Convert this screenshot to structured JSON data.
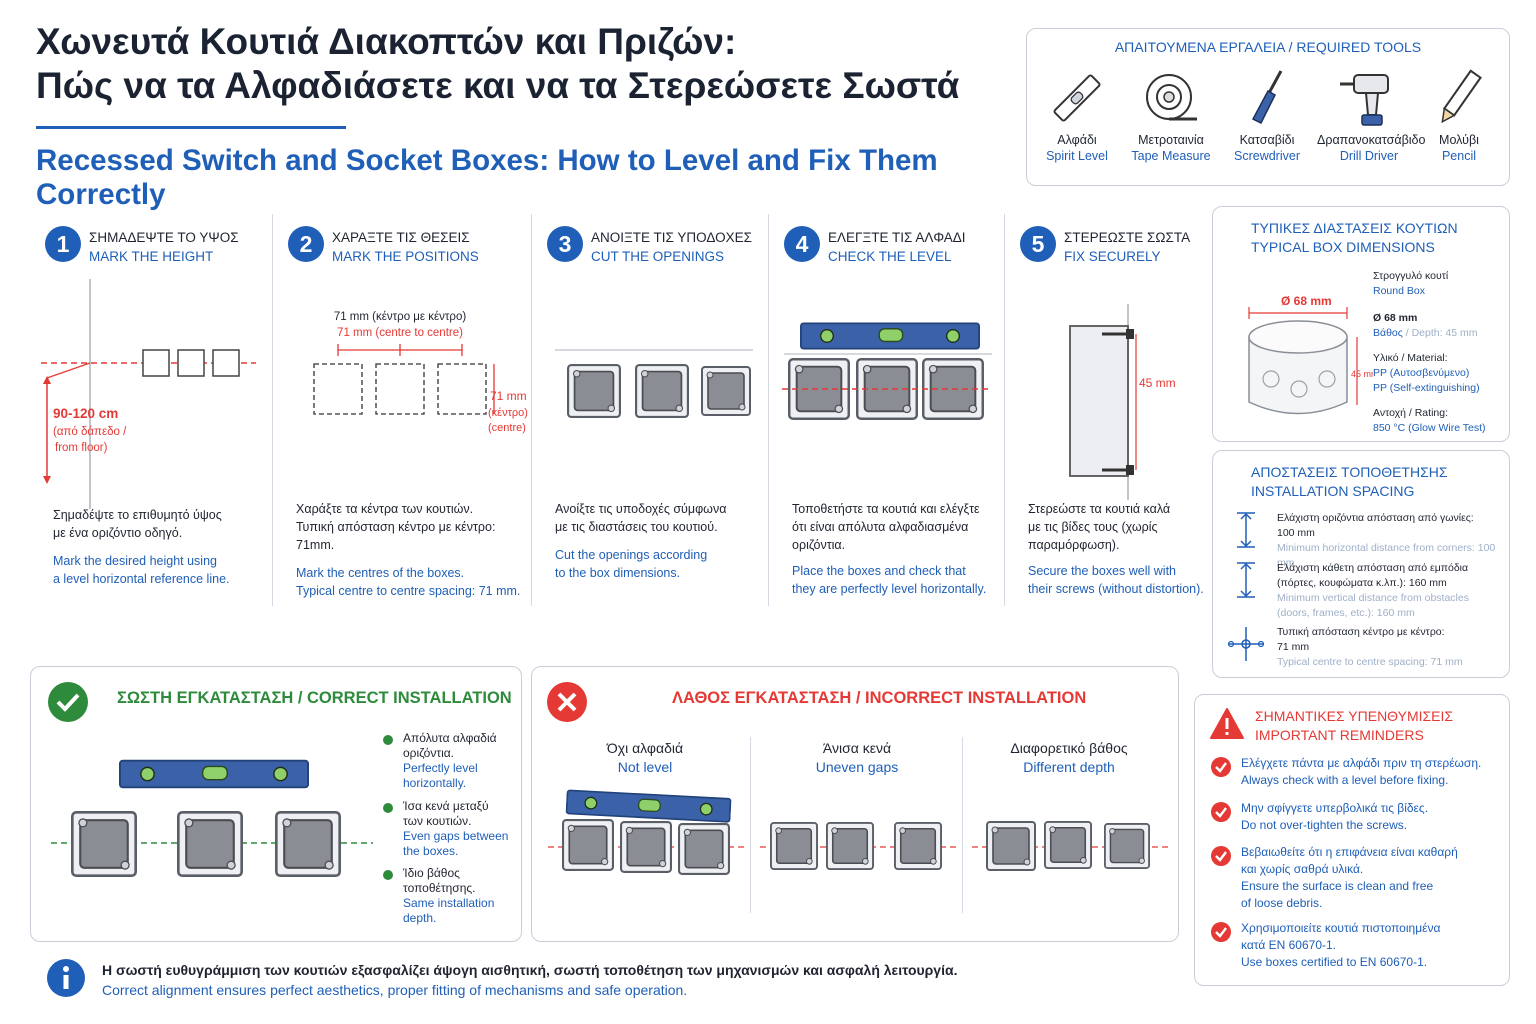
{
  "header": {
    "title_line1": "Χωνευτά Κουτιά Διακοπτών και Πριζών:",
    "title_line2": "Πώς να τα Αλφαδιάσετε και να τα Στερεώσετε Σωστά",
    "subtitle": "Recessed Switch and Socket Boxes: How to Level and Fix Them Correctly"
  },
  "tools": {
    "heading": "ΑΠΑΙΤΟΥΜΕΝΑ ΕΡΓΑΛΕΙΑ / REQUIRED TOOLS",
    "items": [
      {
        "el": "Αλφάδι",
        "en": "Spirit Level",
        "icon": "spirit-level-icon"
      },
      {
        "el": "Μετροταινία",
        "en": "Tape Measure",
        "icon": "tape-measure-icon"
      },
      {
        "el": "Κατσαβίδι",
        "en": "Screwdriver",
        "icon": "screwdriver-icon"
      },
      {
        "el": "Δραπανοκατσάβιδο",
        "en": "Drill Driver",
        "icon": "drill-driver-icon"
      },
      {
        "el": "Μολύβι",
        "en": "Pencil",
        "icon": "pencil-icon"
      }
    ]
  },
  "steps": [
    {
      "num": "1",
      "title_el": "ΣΗΜΑΔΕΨΤΕ ΤΟ ΥΨΟΣ",
      "title_en": "MARK THE HEIGHT",
      "text_el": [
        "Σημαδέψτε το επιθυμητό ύψος",
        "με ένα οριζόντιο οδηγό."
      ],
      "text_en": [
        "Mark the desired height using",
        "a level horizontal reference line."
      ],
      "label": {
        "main": "90-120 cm",
        "el": "(από δάπεδο /",
        "en": "from floor)"
      }
    },
    {
      "num": "2",
      "title_el": "ΧΑΡΑΞΤΕ ΤΙΣ ΘΕΣΕΙΣ",
      "title_en": "MARK THE POSITIONS",
      "text_el": [
        "Χαράξτε τα κέντρα των κουτιών.",
        "Τυπική απόσταση κέντρο με κέντρο: 71mm."
      ],
      "text_en": [
        "Mark the centres of the boxes.",
        "Typical centre to centre spacing: 71 mm."
      ],
      "label": {
        "top_el": "71 mm (κέντρο με κέντρο)",
        "top_en": "71 mm (centre to centre)",
        "side1": "71 mm",
        "side2": "(κέντρο)",
        "side3": "(centre)"
      }
    },
    {
      "num": "3",
      "title_el": "ΑΝΟΙΞΤΕ ΤΙΣ ΥΠΟΔΟΧΕΣ",
      "title_en": "CUT THE OPENINGS",
      "text_el": [
        "Ανοίξτε τις υποδοχές σύμφωνα",
        "με τις διαστάσεις του κουτιού."
      ],
      "text_en": [
        "Cut the openings according",
        "to the box dimensions."
      ]
    },
    {
      "num": "4",
      "title_el": "ΕΛΕΓΞΤΕ ΤΙΣ ΑΛΦΑΔΙ",
      "title_en": "CHECK THE LEVEL",
      "text_el": [
        "Τοποθετήστε τα κουτιά και ελέγξτε",
        "ότι είναι απόλυτα αλφαδιασμένα",
        "οριζόντια."
      ],
      "text_en": [
        "Place the boxes and check that",
        "they are perfectly level horizontally."
      ]
    },
    {
      "num": "5",
      "title_el": "ΣΤΕΡΕΩΣΤΕ ΣΩΣΤΑ",
      "title_en": "FIX SECURELY",
      "text_el": [
        "Στερεώστε τα κουτιά καλά",
        "με τις βίδες τους (χωρίς",
        "παραμόρφωση)."
      ],
      "text_en": [
        "Secure the boxes well with",
        "their screws (without distortion)."
      ],
      "label": {
        "depth": "45 mm"
      }
    }
  ],
  "dimensions": {
    "heading": [
      "ΤΥΠΙΚΕΣ ΔΙΑΣΤΑΣΕΙΣ ΚΟΥΤΙΩΝ",
      "TYPICAL BOX DIMENSIONS"
    ],
    "diameter_label": "Ø 68 mm",
    "side_label": "45 mm",
    "box_el": "Στρογγυλό κουτί",
    "box_en": "Round Box",
    "dia": "Ø 68 mm",
    "depth_el": "Βάθος",
    "depth_en": "Depth: 45 mm",
    "mat_label": "Υλικό / Material:",
    "mat_el": "PP (Αυτοσβενύμενο)",
    "mat_en": "PP (Self-extinguishing)",
    "rating_label": "Αντοχή / Rating:",
    "rating_val": "850 °C (Glow Wire Test)"
  },
  "spacing": {
    "heading": [
      "ΑΠΟΣΤΑΣΕΙΣ ΤΟΠΟΘΕΤΗΣΗΣ",
      "INSTALLATION SPACING"
    ],
    "items": [
      {
        "el": [
          "Ελάχιστη οριζόντια απόσταση από γωνίες:",
          "100 mm"
        ],
        "en": [
          "Minimum horizontal distance from corners: 100 mm"
        ]
      },
      {
        "el": [
          "Ελάχιστη κάθετη απόσταση από εμπόδια",
          "(πόρτες, κουφώματα κ.λπ.): 160 mm"
        ],
        "en": [
          "Minimum vertical distance from obstacles",
          "(doors, frames, etc.): 160 mm"
        ]
      },
      {
        "el": [
          "Τυπική απόσταση κέντρο με κέντρο:",
          "71 mm"
        ],
        "en": [
          "Typical centre to centre spacing: 71 mm"
        ]
      }
    ]
  },
  "reminders": {
    "heading": [
      "ΣΗΜΑΝΤΙΚΕΣ ΥΠΕΝΘΥΜΙΣΕΙΣ",
      "IMPORTANT REMINDERS"
    ],
    "items": [
      {
        "el": [
          "Ελέγχετε πάντα με αλφάδι πριν τη στερέωση."
        ],
        "en": [
          "Always check with a level before fixing."
        ]
      },
      {
        "el": [
          "Μην σφίγγετε υπερβολικά τις βίδες."
        ],
        "en": [
          "Do not over-tighten the screws."
        ]
      },
      {
        "el": [
          "Βεβαιωθείτε ότι η επιφάνεια είναι καθαρή",
          "και χωρίς σαθρά υλικά."
        ],
        "en": [
          "Ensure the surface is clean and free",
          "of loose debris."
        ]
      },
      {
        "el": [
          "Χρησιμοποιείτε κουτιά πιστοποιημένα",
          "κατά EN 60670-1."
        ],
        "en": [
          "Use boxes certified to EN 60670-1."
        ]
      }
    ]
  },
  "correct": {
    "heading": "ΣΩΣΤΗ ΕΓΚΑΤΑΣΤΑΣΗ / CORRECT INSTALLATION",
    "bullets": [
      {
        "el": [
          "Απόλυτα αλφαδιά",
          "οριζόντια."
        ],
        "en": [
          "Perfectly level",
          "horizontally."
        ]
      },
      {
        "el": [
          "Ίσα κενά μεταξύ",
          "των κουτιών."
        ],
        "en": [
          "Even gaps between",
          "the boxes."
        ]
      },
      {
        "el": [
          "Ίδιο βάθος",
          "τοποθέτησης."
        ],
        "en": [
          "Same installation",
          "depth."
        ]
      }
    ]
  },
  "incorrect": {
    "heading": "ΛΑΘΟΣ ΕΓΚΑΤΑΣΤΑΣΗ / INCORRECT INSTALLATION",
    "cols": [
      {
        "el": "Όχι αλφαδιά",
        "en": "Not level"
      },
      {
        "el": "Άνισα κενά",
        "en": "Uneven gaps"
      },
      {
        "el": "Διαφορετικό βάθος",
        "en": "Different depth"
      }
    ]
  },
  "info": {
    "el": "Η σωστή ευθυγράμμιση των κουτιών εξασφαλίζει άψογη αισθητική, σωστή τοποθέτηση των μηχανισμών και ασφαλή λειτουργία.",
    "en": "Correct alignment ensures perfect aesthetics, proper fitting of mechanisms and safe operation."
  },
  "colors": {
    "blue": "#1f5fb8",
    "red": "#e53935",
    "green": "#2e8b3c",
    "grey_box": "#8a8d93"
  }
}
